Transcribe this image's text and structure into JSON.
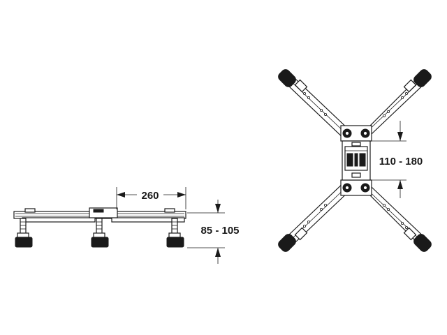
{
  "dimensions": {
    "width_span": "260",
    "side_height": "85 - 105",
    "top_height": "110 - 180"
  },
  "colors": {
    "line": "#1a1a1a",
    "background": "#ffffff"
  }
}
